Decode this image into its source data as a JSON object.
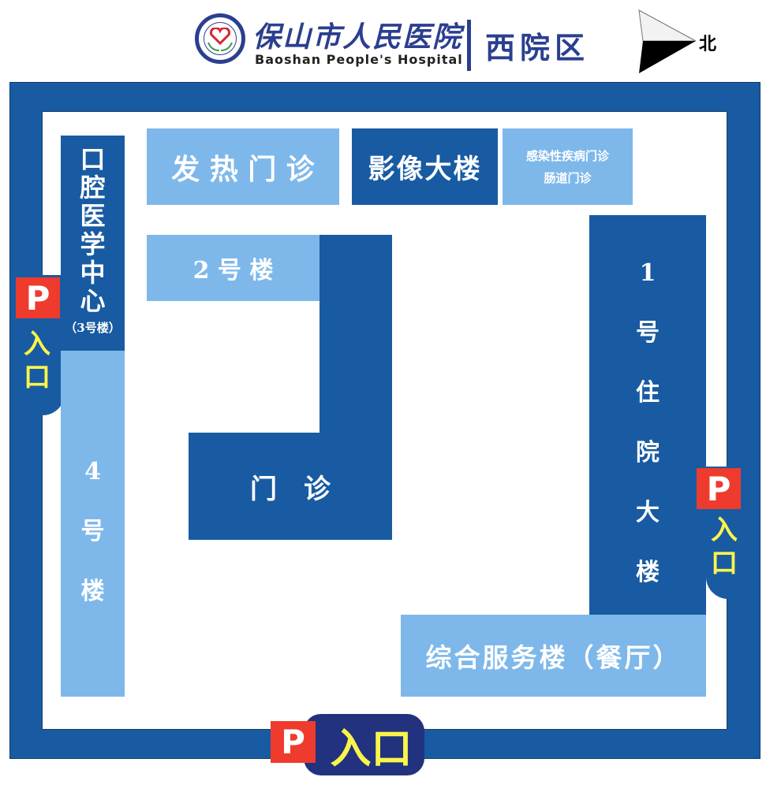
{
  "header": {
    "logo": "hospital-logo-heart-hands",
    "title_cn": "保山市人民医院",
    "title_en": "Baoshan People's Hospital",
    "campus": "西院区",
    "compass_label": "北"
  },
  "colors": {
    "dark_blue": "#185ba2",
    "light_blue": "#7eb8ea",
    "navy": "#22327f",
    "parking_red": "#ee3b2d",
    "entrance_yellow": "#fbf54a"
  },
  "buildings": {
    "fever_clinic": "发 热 门 诊",
    "imaging": "影像大楼",
    "infectious_line1": "感染性疾病门诊",
    "infectious_line2": "肠道门诊",
    "building2": "2 号 楼",
    "outpatient": "门　诊",
    "dental": [
      "口",
      "腔",
      "医",
      "学",
      "中",
      "心"
    ],
    "dental_sub": "（3号楼）",
    "building4": [
      "4",
      "号",
      "楼"
    ],
    "inpatient": [
      "1",
      "号",
      "住",
      "院",
      "大",
      "楼"
    ],
    "service": "综合服务楼（餐厅）"
  },
  "entrances": {
    "left": {
      "p": "P",
      "chars": [
        "入",
        "口"
      ]
    },
    "right": {
      "p": "P",
      "chars": [
        "入",
        "口"
      ]
    },
    "bottom": {
      "p": "P",
      "label": "入口"
    }
  }
}
